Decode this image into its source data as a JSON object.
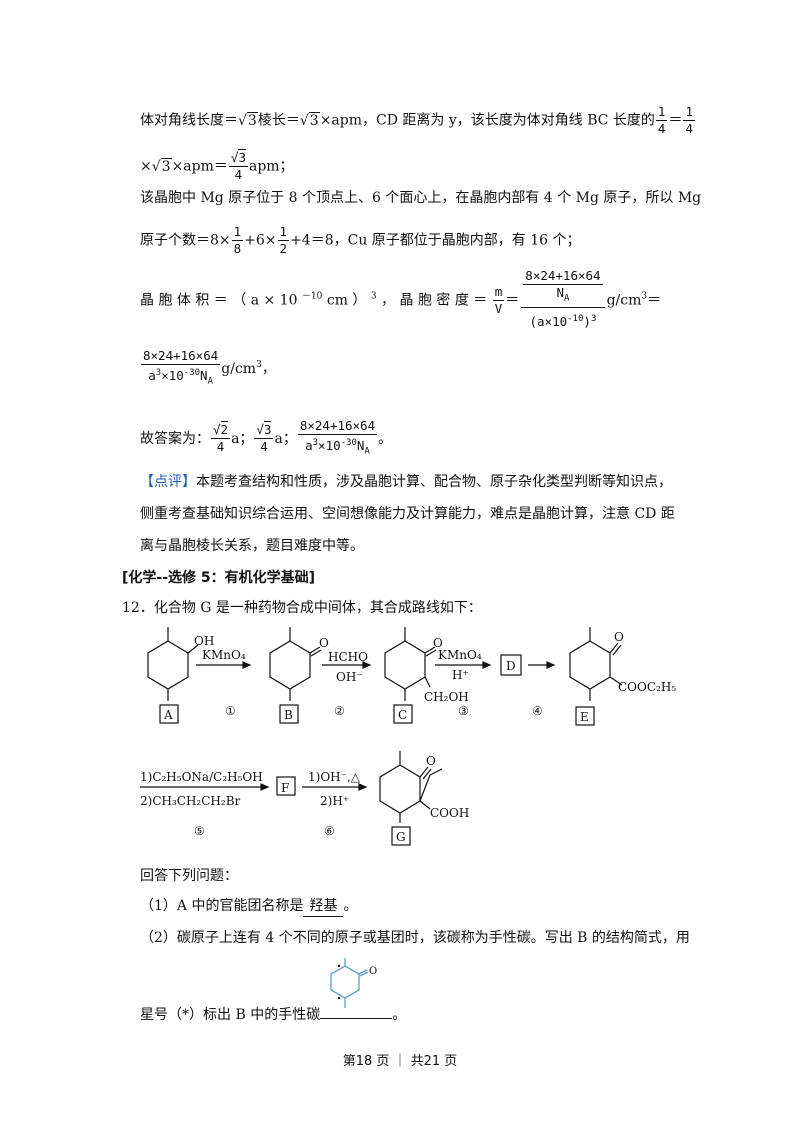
{
  "lines": {
    "l1a": "体对角线长度＝",
    "l1b": "3",
    "l1c": "棱长＝",
    "l1d": "3",
    "l1e": "×apm，CD 距离为 y，该长度为体对角线 BC 长度的",
    "l1f": "＝",
    "frac_1_4": {
      "n": "1",
      "d": "4"
    },
    "l2a": "×",
    "l2b": "3",
    "l2c": "×apm＝",
    "l2frac_n": "3",
    "l2frac_d": "4",
    "l2d": "apm；",
    "l3": "该晶胞中 Mg 原子位于 8 个顶点上、6 个面心上，在晶胞内部有 4 个 Mg 原子，所以 Mg",
    "l4a": "原子个数＝8×",
    "frac_1_8": {
      "n": "1",
      "d": "8"
    },
    "l4b": "+6×",
    "frac_1_2": {
      "n": "1",
      "d": "2"
    },
    "l4c": "+4＝8，Cu 原子都位于晶胞内部，有 16 个；",
    "l5a": "晶 胞 体 积 ＝ （ a × 10 ",
    "l5exp": "－10",
    "l5b": " cm ） ",
    "l5c": "3",
    "l5d": " ， 晶 胞 密 度 ＝ ",
    "mv": {
      "n": "m",
      "d": "V"
    },
    "l5e": "＝",
    "big_num_top": "8×24+16×64",
    "big_num_na": "N",
    "big_den": "(a×10",
    "big_den_exp": "-10",
    "big_den_end": ")",
    "l5f": "g/cm",
    "l5g": "＝",
    "l6num": "8×24+16×64",
    "l6den": "a",
    "l6den_mid": "×10",
    "l6den_exp": "-30",
    "l6den_na": "N",
    "l6unit": "g/cm",
    "l6end": "，",
    "l7a": "故答案为：",
    "l7b": "2",
    "l7c": "a；",
    "l7d": "3",
    "l7e": "a；",
    "l7end": "。",
    "cube3": "3",
    "A_sub": "A",
    "four": "4",
    "sqrt2": "2",
    "comment_tag": "【点评】",
    "comment1": "本题考查结构和性质，涉及晶胞计算、配合物、原子杂化类型判断等知识点，",
    "comment2": "侧重考查基础知识综合运用、空间想像能力及计算能力，难点是晶胞计算，注意 CD 距",
    "comment3": "离与晶胞棱长关系，题目难度中等。",
    "section": "[化学--选修 5：有机化学基础]",
    "q12": "12．化合物 G 是一种药物合成中间体，其合成路线如下：",
    "answer_intro": "回答下列问题：",
    "q1a": "（1）A 中的官能团名称是",
    "q1ans": "羟基",
    "q1end": "。",
    "q2a": "（2）碳原子上连有 4 个不同的原子或基团时，该碳称为手性碳。写出 B 的结构简式，用",
    "q2b": "星号（*）标出 B 中的手性碳",
    "q2end": "。"
  },
  "scheme": {
    "labels": [
      "A",
      "B",
      "C",
      "D",
      "E",
      "F",
      "G"
    ],
    "steps": [
      "①",
      "②",
      "③",
      "④",
      "⑤",
      "⑥"
    ],
    "reagent1": "KMnO₄",
    "reagent2_top": "HCHO",
    "reagent2_bot": "OH⁻",
    "reagent3_top": "KMnO₄",
    "reagent3_bot": "H⁺",
    "reagent5_top": "1)C₂H₅ONa/C₂H₅OH",
    "reagent5_bot": "2)CH₃CH₂CH₂Br",
    "reagent6_top": "1)OH⁻,△",
    "reagent6_bot": "2)H⁺",
    "oh": "OH",
    "o": "O",
    "ch2oh": "CH₂OH",
    "cooc2h5": "COOC₂H₅",
    "cooh": "COOH"
  },
  "footer": "第18 页 ｜ 共21 页",
  "colors": {
    "accent": "#1a5fb4",
    "chiral_struct": "#5a9ec9"
  }
}
